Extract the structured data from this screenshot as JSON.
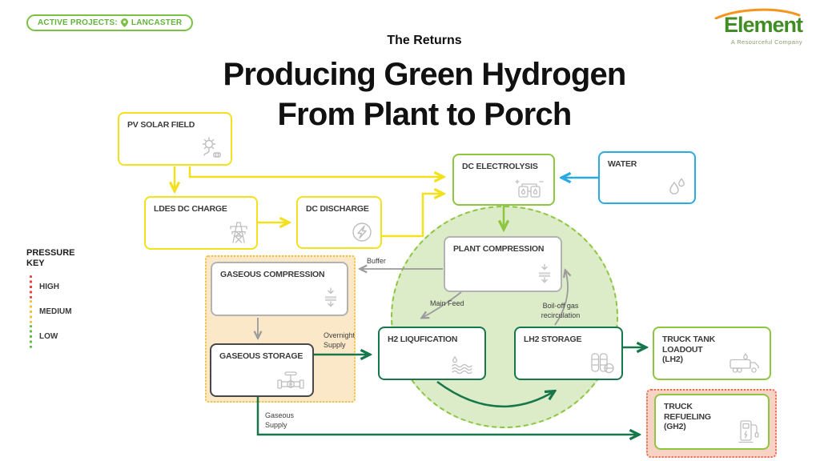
{
  "badge": {
    "label": "ACTIVE PROJECTS:",
    "location": "LANCASTER"
  },
  "logo": {
    "name": "Element",
    "tagline": "A Resourceful Company"
  },
  "header": {
    "kicker": "The Returns",
    "title_line1": "Producing Green Hydrogen",
    "title_line2": "From Plant to Porch"
  },
  "pressure_key": {
    "heading": "PRESSURE\nKEY",
    "items": [
      {
        "label": "HIGH",
        "color": "#e8473e"
      },
      {
        "label": "MEDIUM",
        "color": "#f2c23f"
      },
      {
        "label": "LOW",
        "color": "#62c04a"
      }
    ]
  },
  "nodes": {
    "pv_solar": {
      "label": "PV SOLAR FIELD",
      "icon": "sun-icon"
    },
    "ldes_dc_charge": {
      "label": "LDES DC CHARGE",
      "icon": "transmission-tower-icon"
    },
    "dc_discharge": {
      "label": "DC DISCHARGE",
      "icon": "lightning-icon"
    },
    "dc_electrolysis": {
      "label": "DC ELECTROLYSIS",
      "icon": "electrolysis-cell-icon"
    },
    "water": {
      "label": "WATER",
      "icon": "water-drops-icon"
    },
    "plant_compression": {
      "label": "PLANT COMPRESSION",
      "icon": "compressor-icon"
    },
    "gaseous_compression": {
      "label": "GASEOUS COMPRESSION",
      "icon": "compressor-icon"
    },
    "gaseous_storage": {
      "label": "GASEOUS STORAGE",
      "icon": "valve-icon"
    },
    "h2_liquification": {
      "label": "H2 LIQUFICATION",
      "icon": "liquid-waves-icon"
    },
    "lh2_storage": {
      "label": "LH2 STORAGE",
      "icon": "storage-tanks-icon"
    },
    "truck_tank_loadout": {
      "label": "TRUCK TANK LOADOUT (LH2)",
      "icon": "tanker-truck-icon"
    },
    "truck_refueling": {
      "label": "TRUCK REFUELING (GH2)",
      "icon": "fuel-pump-icon"
    }
  },
  "flow_labels": {
    "buffer": "Buffer",
    "main_feed": "Main Feed",
    "boil_off": "Boil-off gas\nrecirculation",
    "overnight": "Overnight\nSupply",
    "gaseous": "Gaseous\nSupply"
  },
  "colors": {
    "yellow": "#f3e11e",
    "bright_green": "#8dc63f",
    "dark_green": "#17774a",
    "blue": "#29abe2",
    "gray_arrow": "#9b9b9b",
    "high_pressure_red": "#e8473e",
    "medium_pressure_yellow": "#f2c23f",
    "low_pressure_green": "#62c04a",
    "medium_zone_fill": "#fbe8c9",
    "high_zone_fill": "#f8d3c5",
    "low_zone_fill": "#dcebc8"
  }
}
